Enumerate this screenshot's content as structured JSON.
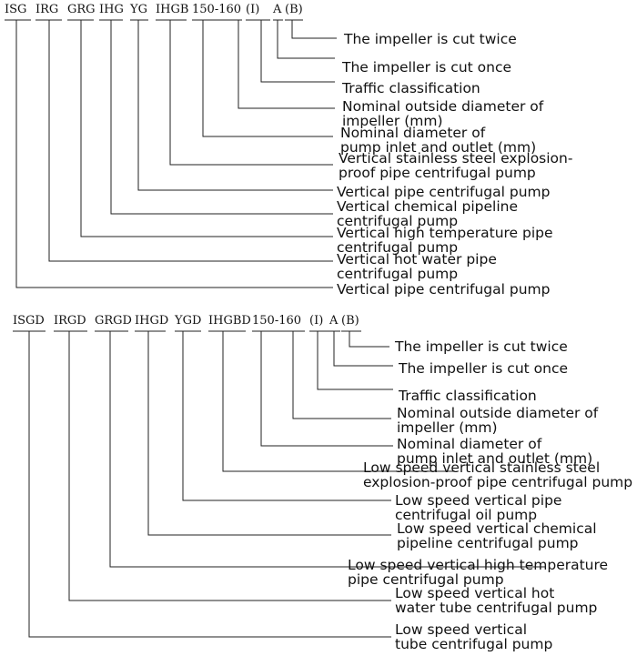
{
  "top_diagram": {
    "codes": [
      "ISG",
      "IRG",
      "GRG",
      "IHG",
      "YG",
      "IHGB",
      "150-160",
      "(I)",
      "A",
      "(B)"
    ],
    "descriptions": [
      [
        "The impeller is cut twice"
      ],
      [
        "The impeller is cut once"
      ],
      [
        "Traffic classification"
      ],
      [
        "Nominal outside diameter of",
        "impeller (mm)"
      ],
      [
        "Nominal diameter of",
        "pump inlet and outlet (mm)"
      ],
      [
        "Vertical stainless steel explosion-",
        "proof pipe centrifugal pump"
      ],
      [
        "Vertical pipe centrifugal pump"
      ],
      [
        "Vertical chemical pipeline",
        "centrifugal pump"
      ],
      [
        "Vertical high temperature pipe",
        "centrifugal pump"
      ],
      [
        "Vertical hot water pipe",
        "centrifugal pump"
      ],
      [
        "Vertical pipe centrifugal pump"
      ]
    ]
  },
  "bottom_diagram": {
    "codes": [
      "ISGD",
      "IRGD",
      "GRGD",
      "IHGD",
      "YGD",
      "IHGBD",
      "150-160",
      "(I)",
      "A",
      "(B)"
    ],
    "descriptions": [
      [
        "The impeller is cut twice"
      ],
      [
        "The impeller is cut once"
      ],
      [
        "Traffic classification"
      ],
      [
        "Nominal outside diameter of",
        "impeller (mm)"
      ],
      [
        "Nominal diameter of",
        "pump inlet and outlet (mm)"
      ],
      [
        "Low speed vertical stainless steel",
        "explosion-proof pipe centrifugal pump"
      ],
      [
        "Low speed vertical pipe",
        "centrifugal oil pump"
      ],
      [
        "Low speed vertical chemical",
        "pipeline centrifugal pump"
      ],
      [
        "Low speed vertical high temperature",
        "pipe centrifugal pump"
      ],
      [
        "Low speed vertical hot",
        "water tube centrifugal pump"
      ],
      [
        "Low speed vertical",
        "tube centrifugal pump"
      ]
    ]
  }
}
